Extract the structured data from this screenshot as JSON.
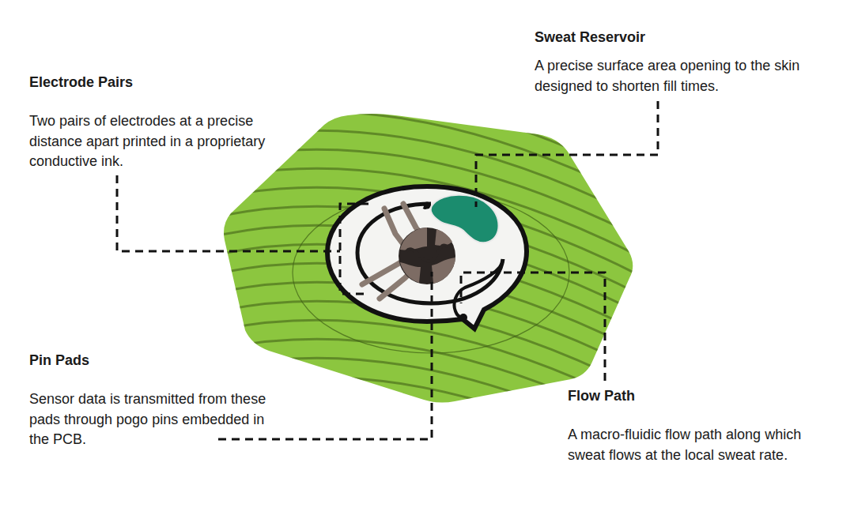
{
  "diagram": {
    "labels": [
      "Electrode Pairs",
      "Two pairs of electrodes at a precise distance apart printed in a proprietary conductive ink.",
      "Sweat Reservoir",
      "A precise surface area opening to the skin designed to shorten fill times.",
      "Pin Pads",
      "Sensor data is transmitted from these pads through pogo pins embedded in the PCB.",
      "Flow Path",
      "A macro-fluidic flow path along which sweat flows at the local sweat rate."
    ]
  }
}
